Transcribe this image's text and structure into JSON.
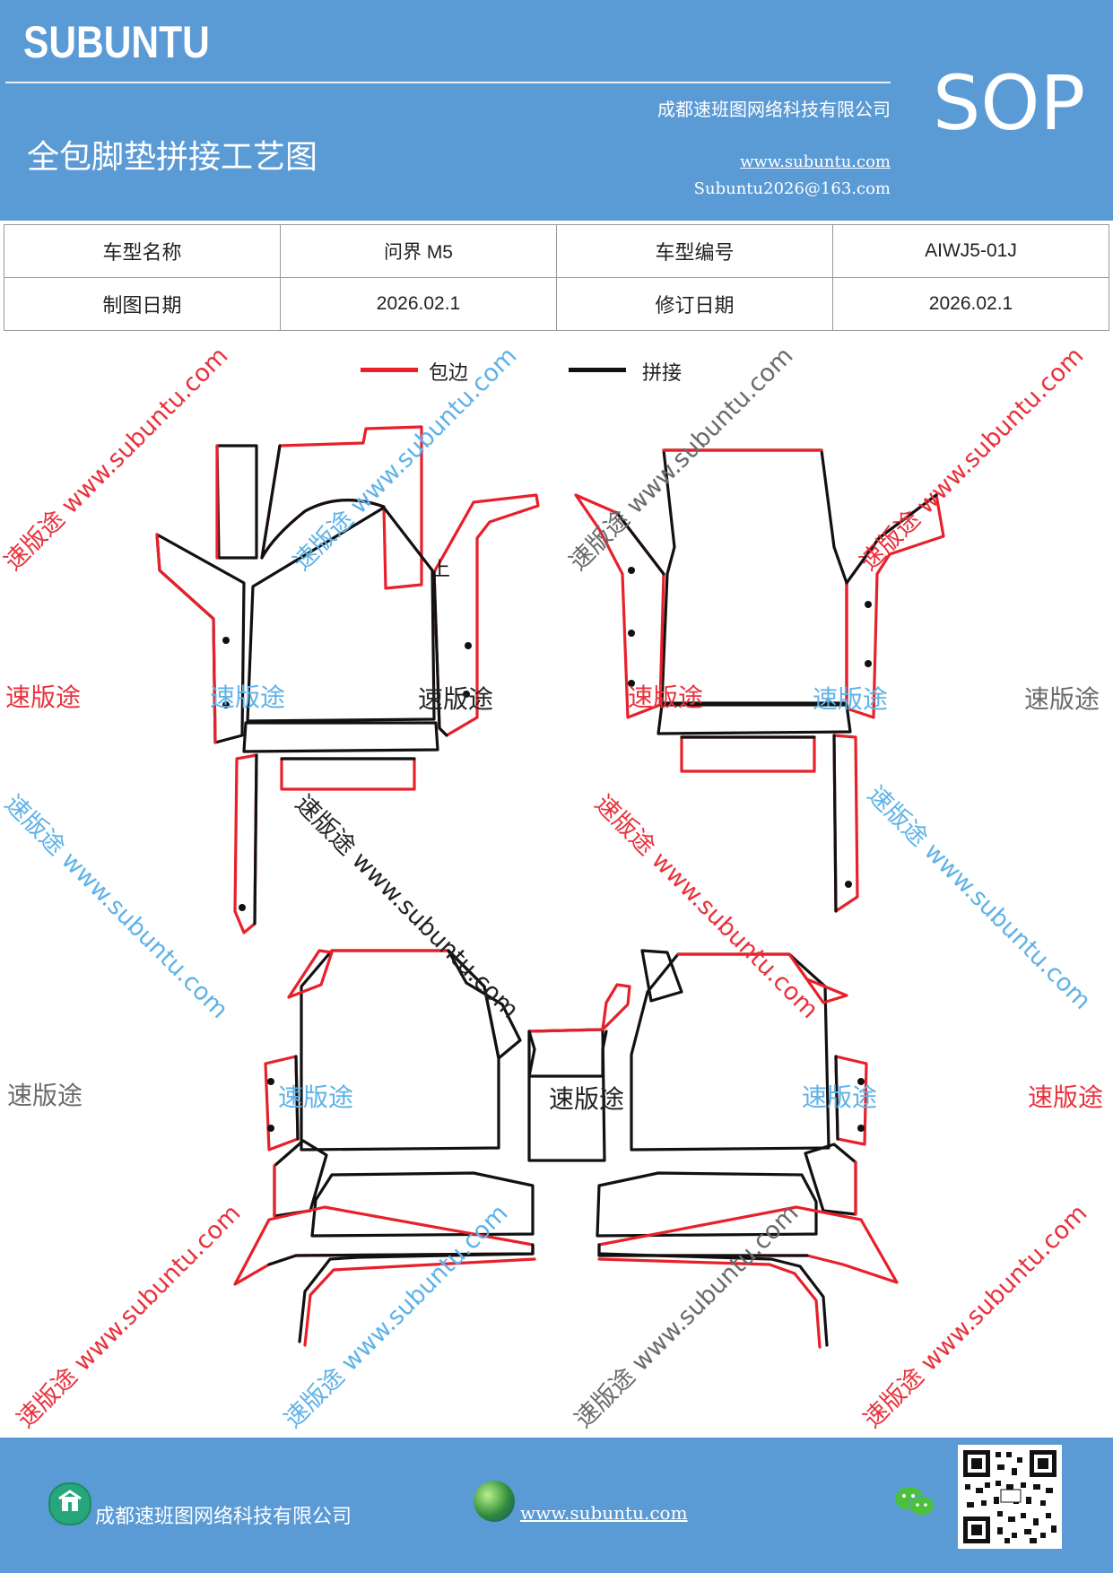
{
  "header": {
    "brand": "SUBUNTU",
    "company": "成都速班图网络科技有限公司",
    "title": "全包脚垫拼接工艺图",
    "url": "www.subuntu.com",
    "email": "Subuntu2026@163.com",
    "sop": "SOP"
  },
  "info_table": {
    "model_name_label": "车型名称",
    "model_name_value": "问界 M5",
    "model_code_label": "车型编号",
    "model_code_value": "AIWJ5-01J",
    "draw_date_label": "制图日期",
    "draw_date_value": "2026.02.1",
    "revise_date_label": "修订日期",
    "revise_date_value": "2026.02.1"
  },
  "legend": {
    "edge_label": "包边",
    "edge_color": "#e8202a",
    "splice_label": "拼接",
    "splice_color": "#111111"
  },
  "diagram": {
    "up_marker": "上",
    "watermark_brand": "速版途",
    "watermark_url": "www.subuntu.com"
  },
  "footer": {
    "company": "成都速班图网络科技有限公司",
    "url": "www.subuntu.com",
    "icons": [
      "home-icon",
      "globe-icon",
      "wechat-icon",
      "qr-code"
    ]
  }
}
